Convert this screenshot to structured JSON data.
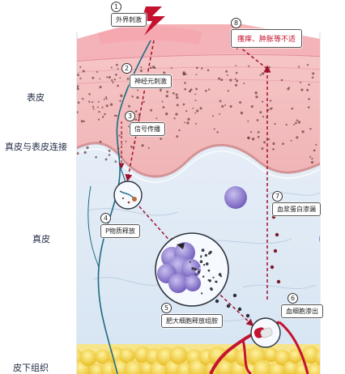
{
  "layers": {
    "epidermis": "表皮",
    "junction": "真皮与表皮连接",
    "dermis": "真皮",
    "subcutis": "皮下组织"
  },
  "steps": [
    {
      "num": "1",
      "label": "外界刺激"
    },
    {
      "num": "2",
      "label": "神经元刺激"
    },
    {
      "num": "3",
      "label": "信号传播"
    },
    {
      "num": "4",
      "label": "P物质释放"
    },
    {
      "num": "5",
      "label": "肥大细胞释放组胺"
    },
    {
      "num": "6",
      "label": "血细胞渗出"
    },
    {
      "num": "7",
      "label": "血浆蛋白渗漏"
    },
    {
      "num": "8",
      "label": "瘙痒、肿胀等不适"
    }
  ],
  "colors": {
    "nerve": "#1e6a84",
    "arrow": "#a0122c",
    "mast_cell": "#8a78cf",
    "fat": "#f2d330",
    "vessel": "#c4122f"
  }
}
